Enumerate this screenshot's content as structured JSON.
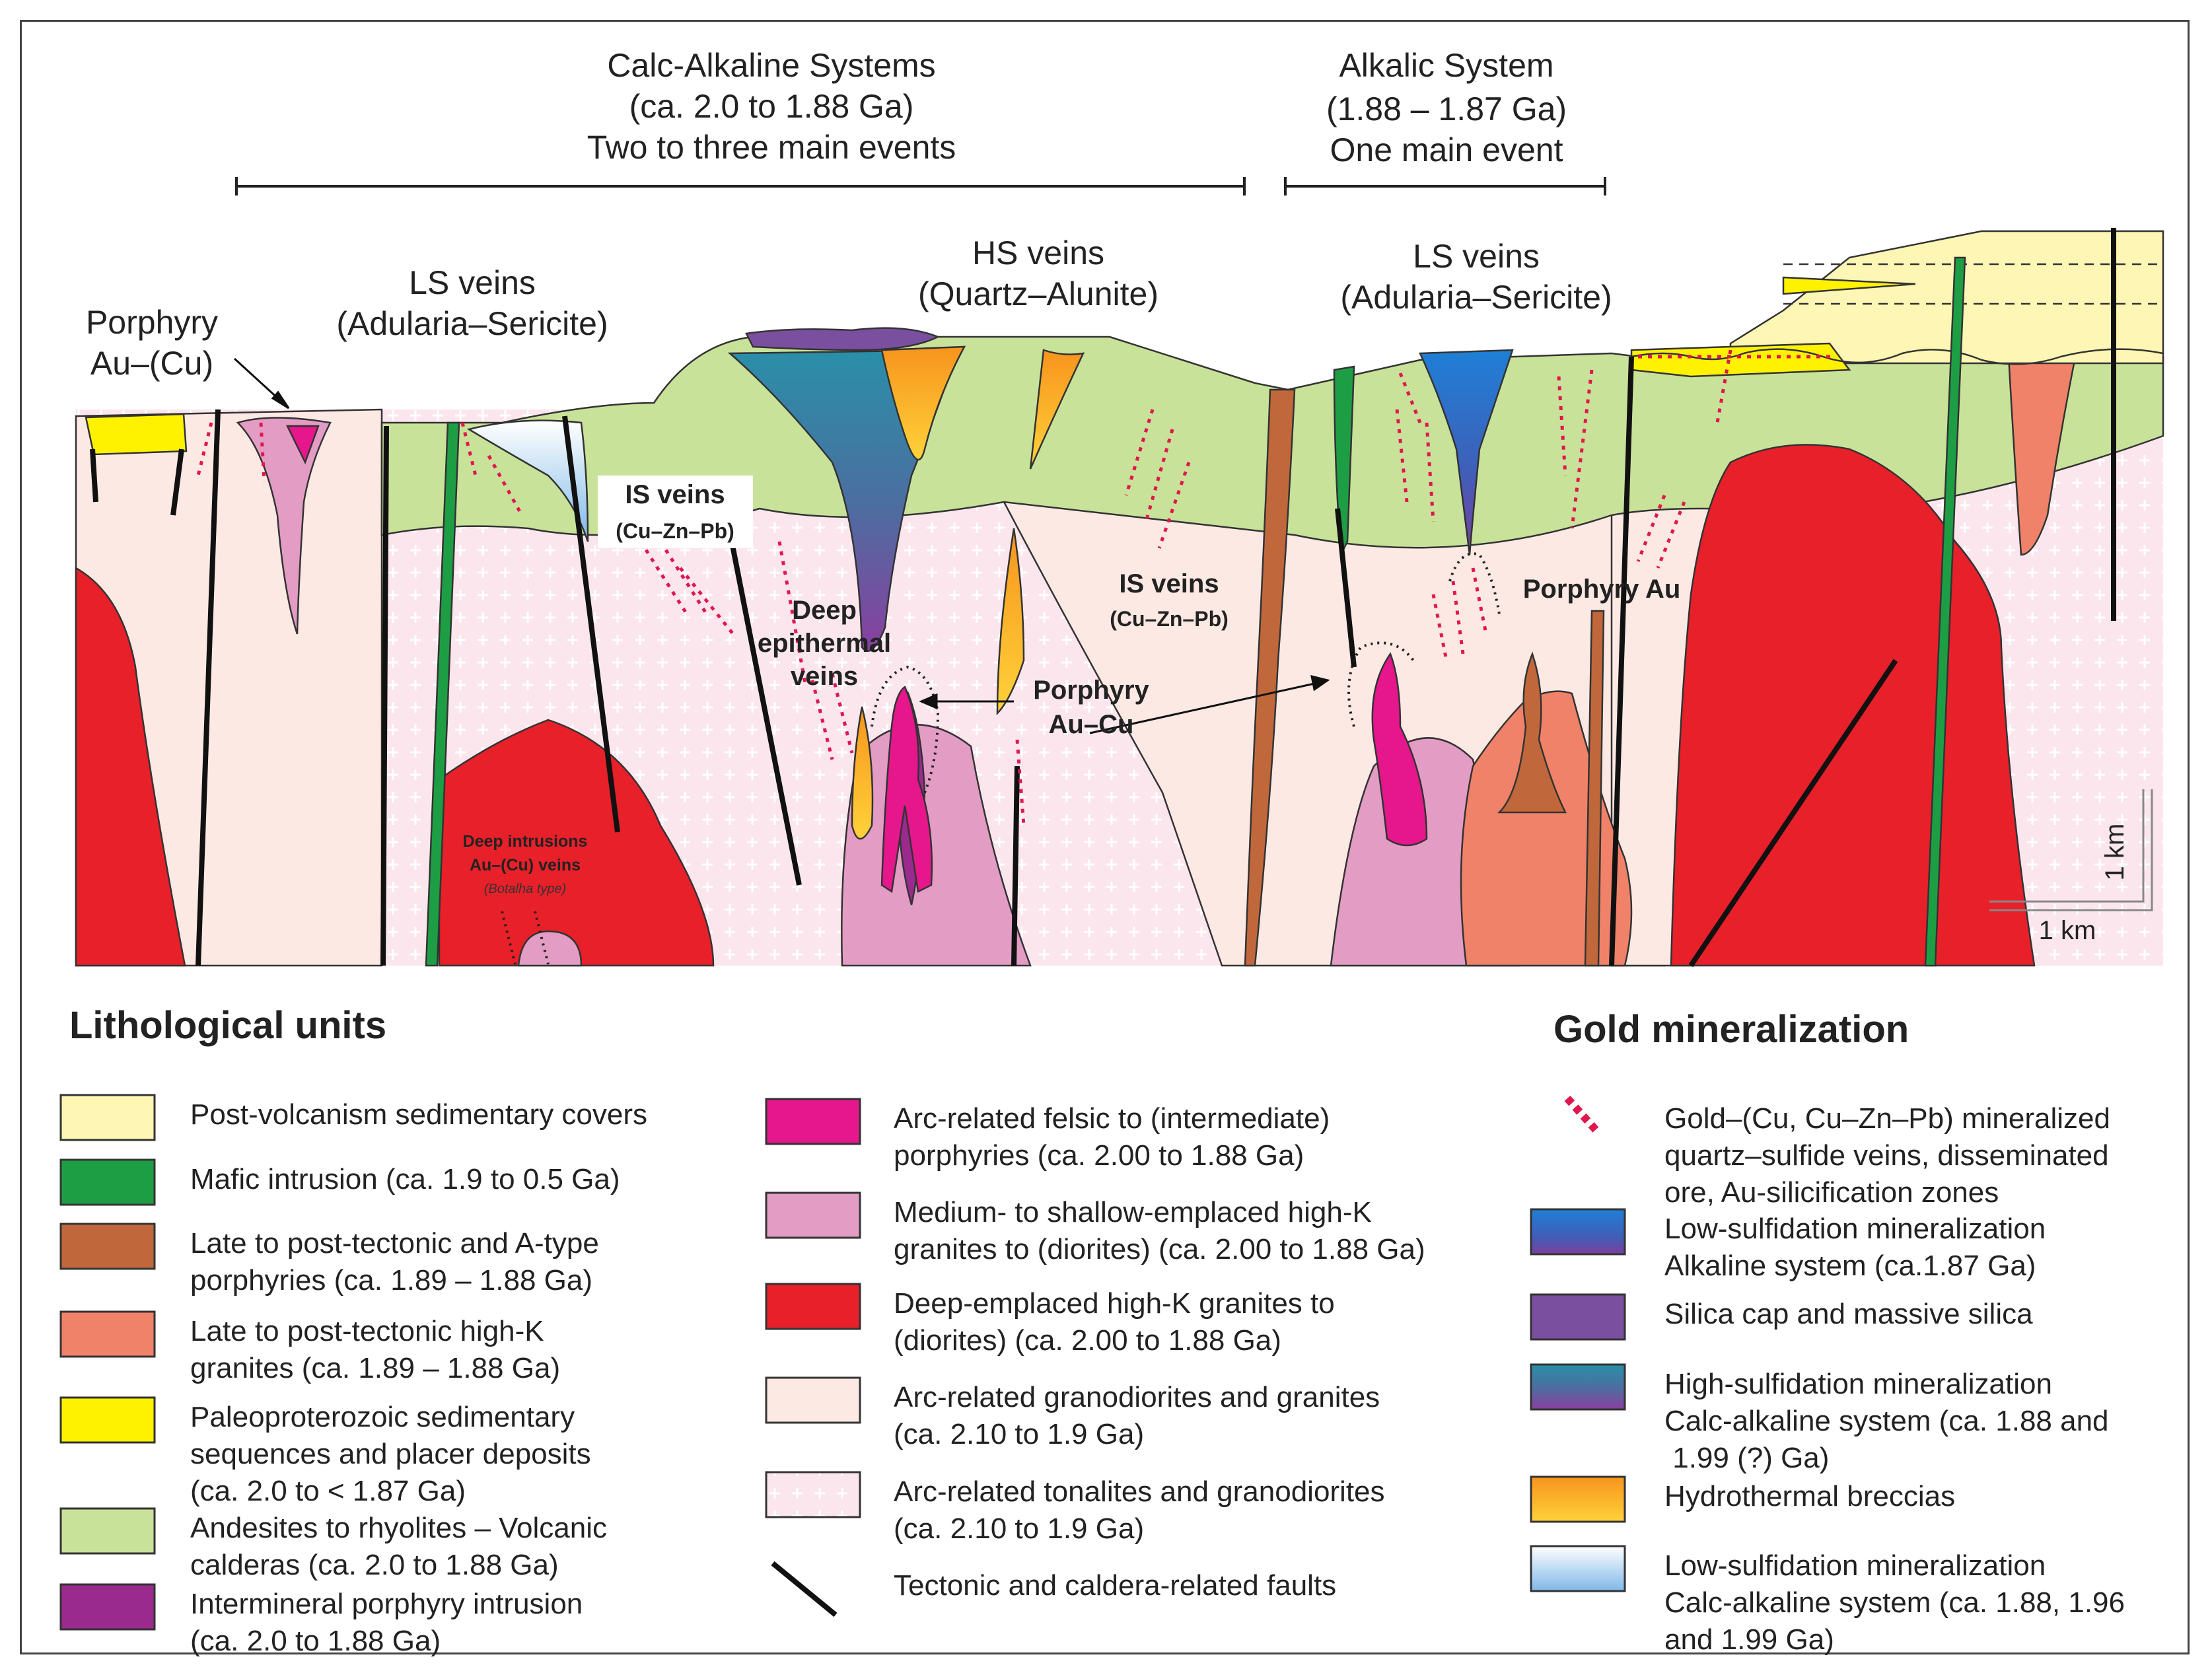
{
  "section": {
    "calc_alkaline": {
      "line1": "Calc-Alkaline Systems",
      "line2": "(ca. 2.0 to 1.88 Ga)",
      "line3": "Two to three main events"
    },
    "alkalic": {
      "line1": "Alkalic System",
      "line2": "(1.88 – 1.87 Ga)",
      "line3": "One main event"
    }
  },
  "labels": {
    "porphyry_au_cu_left": {
      "line1": "Porphyry",
      "line2": "Au–(Cu)"
    },
    "ls_veins_left": {
      "line1": "LS veins",
      "line2": "(Adularia–Sericite)"
    },
    "hs_veins": {
      "line1": "HS veins",
      "line2": "(Quartz–Alunite)"
    },
    "ls_veins_right": {
      "line1": "LS veins",
      "line2": "(Adularia–Sericite)"
    },
    "is_veins_left": {
      "line1": "IS veins",
      "line2": "(Cu–Zn–Pb)"
    },
    "is_veins_right": {
      "line1": "IS veins",
      "line2": "(Cu–Zn–Pb)"
    },
    "deep_epithermal": {
      "line1": "Deep",
      "line2": "epithermal",
      "line3": "veins"
    },
    "porphyry_au_cu_center": {
      "line1": "Porphyry",
      "line2": "Au–Cu"
    },
    "porphyry_au": "Porphyry Au",
    "deep_intrusions": {
      "line1": "Deep intrusions",
      "line2": "Au–(Cu) veins",
      "line3": "(Botalha type)"
    },
    "scale_vertical": "1 km",
    "scale_horizontal": "1 km"
  },
  "colors": {
    "background_pink": "#fbe6ee",
    "granodiorite": "#fde9e4",
    "volcanic": "#c9e29a",
    "sediment_cover": "#fdf6b4",
    "paleo_sediment": "#fff200",
    "mafic": "#1e9e44",
    "late_porphyry": "#c0683c",
    "late_granite": "#f0826a",
    "deep_granite": "#e8202a",
    "medium_granite": "#e39cc4",
    "felsic_porphyry": "#e6168c",
    "intermineral": "#9b2a8f",
    "silica_cap": "#7a4fa0",
    "gold_veins": "#e0174f"
  },
  "legend_lithology": {
    "title": "Lithological units",
    "col1": [
      {
        "label_lines": [
          "Post-volcanism sedimentary covers"
        ]
      },
      {
        "label_lines": [
          "Mafic intrusion (ca. 1.9 to 0.5 Ga)"
        ]
      },
      {
        "label_lines": [
          "Late to post-tectonic and A-type",
          "porphyries (ca. 1.89 – 1.88 Ga)"
        ]
      },
      {
        "label_lines": [
          "Late to post-tectonic high-K",
          "granites (ca. 1.89 – 1.88 Ga)"
        ]
      },
      {
        "label_lines": [
          "Paleoproterozoic sedimentary",
          "sequences and placer deposits",
          "(ca. 2.0 to < 1.87 Ga)"
        ]
      },
      {
        "label_lines": [
          "Andesites to rhyolites – Volcanic",
          "calderas (ca. 2.0 to 1.88 Ga)"
        ]
      },
      {
        "label_lines": [
          "Intermineral porphyry intrusion",
          "(ca. 2.0 to 1.88 Ga)"
        ]
      }
    ],
    "col2": [
      {
        "label_lines": [
          "Arc-related felsic to (intermediate)",
          "porphyries (ca. 2.00 to 1.88 Ga)"
        ]
      },
      {
        "label_lines": [
          "Medium- to shallow-emplaced high-K",
          "granites to (diorites) (ca. 2.00 to 1.88 Ga)"
        ]
      },
      {
        "label_lines": [
          "Deep-emplaced high-K  granites to",
          "(diorites) (ca. 2.00 to 1.88 Ga)"
        ]
      },
      {
        "label_lines": [
          "Arc-related granodiorites and granites",
          "(ca. 2.10 to 1.9 Ga)"
        ]
      },
      {
        "label_lines": [
          "Arc-related tonalites and granodiorites",
          "(ca. 2.10 to 1.9 Ga)"
        ]
      },
      {
        "label_lines": [
          "Tectonic and caldera-related faults"
        ]
      }
    ]
  },
  "legend_gold": {
    "title": "Gold mineralization",
    "items": [
      {
        "label_lines": [
          "Gold–(Cu, Cu–Zn–Pb) mineralized",
          "quartz–sulfide veins, disseminated",
          "ore, Au-silicification zones"
        ]
      },
      {
        "label_lines": [
          "Low-sulfidation mineralization",
          "Alkaline system (ca.1.87 Ga)"
        ]
      },
      {
        "label_lines": [
          "Silica cap and massive silica"
        ]
      },
      {
        "label_lines": [
          "High-sulfidation mineralization",
          "Calc-alkaline system (ca. 1.88 and",
          " 1.99 (?) Ga)"
        ]
      },
      {
        "label_lines": [
          "Hydrothermal breccias"
        ]
      },
      {
        "label_lines": [
          "Low-sulfidation mineralization",
          "Calc-alkaline system (ca. 1.88, 1.96",
          "and 1.99 Ga)"
        ]
      }
    ]
  }
}
